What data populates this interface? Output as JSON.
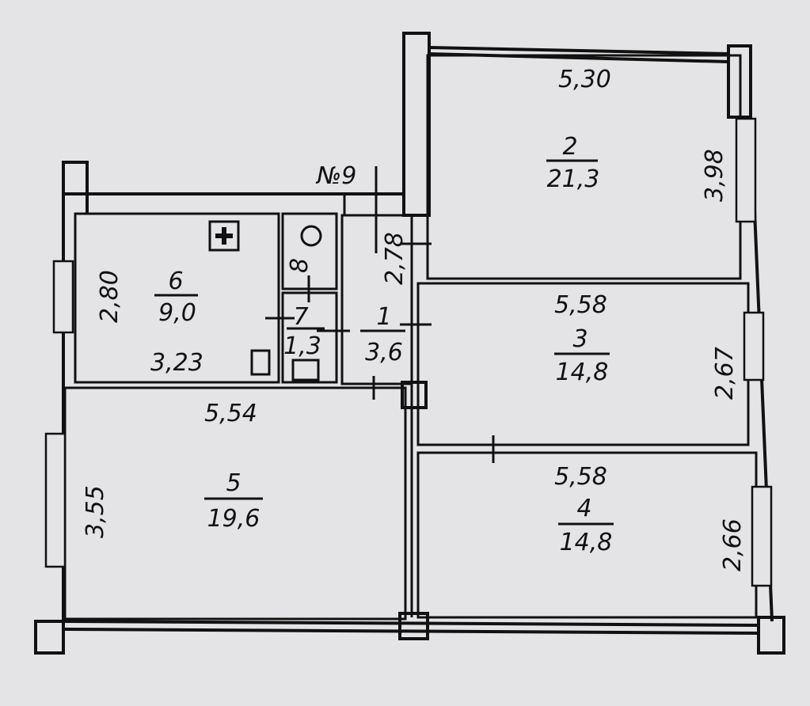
{
  "apartment_label": "№9",
  "rooms": [
    {
      "number": "1",
      "area": "3,6"
    },
    {
      "number": "2",
      "area": "21,3"
    },
    {
      "number": "3",
      "area": "14,8"
    },
    {
      "number": "4",
      "area": "14,8"
    },
    {
      "number": "5",
      "area": "19,6"
    },
    {
      "number": "6",
      "area": "9,0"
    },
    {
      "number": "7",
      "area": "1,3"
    },
    {
      "number": "8",
      "area": ""
    }
  ],
  "dimensions": {
    "room2_width": "5,30",
    "room2_depth": "3,98",
    "room1_depth": "2,78",
    "room3_width": "5,58",
    "room3_depth": "2,67",
    "room4_width": "5,58",
    "room4_depth": "2,66",
    "room5_width": "5,54",
    "room5_depth": "3,55",
    "room6_width": "3,23",
    "room6_depth": "2,80"
  }
}
